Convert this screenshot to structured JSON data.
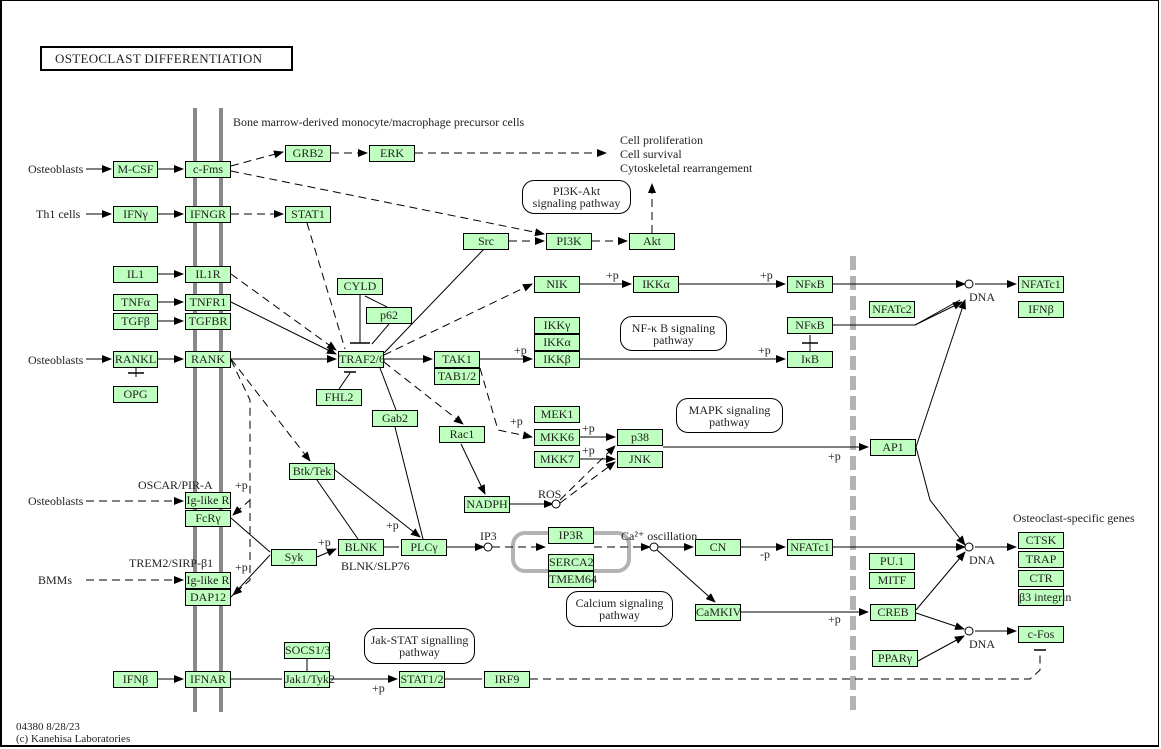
{
  "title": "OSTEOCLAST  DIFFERENTIATION",
  "footer": {
    "id_date": "04380 8/28/23",
    "copyright": "(c) Kanehisa Laboratories"
  },
  "colors": {
    "node_fill": "#bfffbf",
    "membrane": "#888888",
    "nucleus_boundary": "#b3b3b3",
    "edge": "#000000"
  },
  "nodes": [
    {
      "id": "mcsf",
      "label": "M-CSF"
    },
    {
      "id": "cfms",
      "label": "c-Fms"
    },
    {
      "id": "grb2",
      "label": "GRB2"
    },
    {
      "id": "erk",
      "label": "ERK"
    },
    {
      "id": "ifng",
      "label": "IFNγ"
    },
    {
      "id": "ifngr",
      "label": "IFNGR"
    },
    {
      "id": "stat1",
      "label": "STAT1"
    },
    {
      "id": "src",
      "label": "Src"
    },
    {
      "id": "pi3k",
      "label": "PI3K"
    },
    {
      "id": "akt",
      "label": "Akt"
    },
    {
      "id": "il1",
      "label": "IL1"
    },
    {
      "id": "il1r",
      "label": "IL1R"
    },
    {
      "id": "tnfa",
      "label": "TNFα"
    },
    {
      "id": "tnfr1",
      "label": "TNFR1"
    },
    {
      "id": "tgfb",
      "label": "TGFβ"
    },
    {
      "id": "tgfbr",
      "label": "TGFBR"
    },
    {
      "id": "rankl",
      "label": "RANKL"
    },
    {
      "id": "rank",
      "label": "RANK"
    },
    {
      "id": "opg",
      "label": "OPG"
    },
    {
      "id": "cyld",
      "label": "CYLD"
    },
    {
      "id": "p62",
      "label": "p62"
    },
    {
      "id": "traf26",
      "label": "TRAF2/6"
    },
    {
      "id": "fhl2",
      "label": "FHL2"
    },
    {
      "id": "tak1",
      "label": "TAK1"
    },
    {
      "id": "tab12",
      "label": "TAB1/2"
    },
    {
      "id": "nik",
      "label": "NIK"
    },
    {
      "id": "ikka1",
      "label": "IKKα"
    },
    {
      "id": "nfkb1",
      "label": "NFκB"
    },
    {
      "id": "ikkg",
      "label": "IKKγ"
    },
    {
      "id": "ikka2",
      "label": "IKKα"
    },
    {
      "id": "ikkb",
      "label": "IKKβ"
    },
    {
      "id": "nfkb2",
      "label": "NFκB"
    },
    {
      "id": "ikb",
      "label": "IκB"
    },
    {
      "id": "gab2",
      "label": "Gab2"
    },
    {
      "id": "rac1",
      "label": "Rac1"
    },
    {
      "id": "mek1",
      "label": "MEK1"
    },
    {
      "id": "mkk6",
      "label": "MKK6"
    },
    {
      "id": "mkk7",
      "label": "MKK7"
    },
    {
      "id": "p38",
      "label": "p38"
    },
    {
      "id": "jnk",
      "label": "JNK"
    },
    {
      "id": "nadph",
      "label": "NADPH"
    },
    {
      "id": "btktek",
      "label": "Btk/Tek"
    },
    {
      "id": "iglr1",
      "label": "Ig-like R"
    },
    {
      "id": "fcry",
      "label": "FcRγ"
    },
    {
      "id": "syk",
      "label": "Syk"
    },
    {
      "id": "blnk",
      "label": "BLNK"
    },
    {
      "id": "plcg",
      "label": "PLCγ"
    },
    {
      "id": "iglr2",
      "label": "Ig-like R"
    },
    {
      "id": "dap12",
      "label": "DAP12"
    },
    {
      "id": "ip3r",
      "label": "IP3R"
    },
    {
      "id": "serca2",
      "label": "SERCA2"
    },
    {
      "id": "tmem64",
      "label": "TMEM64"
    },
    {
      "id": "cn",
      "label": "CN"
    },
    {
      "id": "nfatc1a",
      "label": "NFATc1"
    },
    {
      "id": "camkiv",
      "label": "CaMKIV"
    },
    {
      "id": "ap1",
      "label": "AP1"
    },
    {
      "id": "nfatc2",
      "label": "NFATc2"
    },
    {
      "id": "pu1",
      "label": "PU.1"
    },
    {
      "id": "mitf",
      "label": "MITF"
    },
    {
      "id": "creb",
      "label": "CREB"
    },
    {
      "id": "pparg",
      "label": "PPARγ"
    },
    {
      "id": "nfatc1b",
      "label": "NFATc1"
    },
    {
      "id": "ifnb2",
      "label": "IFNβ"
    },
    {
      "id": "ctsk",
      "label": "CTSK"
    },
    {
      "id": "trap",
      "label": "TRAP"
    },
    {
      "id": "ctr",
      "label": "CTR"
    },
    {
      "id": "b3int",
      "label": "β3 integrin"
    },
    {
      "id": "cfos",
      "label": "c-Fos"
    },
    {
      "id": "ifnb1",
      "label": "IFNβ"
    },
    {
      "id": "ifnar",
      "label": "IFNAR"
    },
    {
      "id": "socs13",
      "label": "SOCS1/3"
    },
    {
      "id": "jak1tyk2",
      "label": "Jak1/Tyk2"
    },
    {
      "id": "stat12",
      "label": "STAT1/2"
    },
    {
      "id": "irf9",
      "label": "IRF9"
    }
  ],
  "pathways": [
    {
      "id": "pi3k_akt",
      "line1": "PI3K-Akt",
      "line2": "signaling pathway"
    },
    {
      "id": "nfkb",
      "line1": "NF-κ B signaling",
      "line2": "pathway"
    },
    {
      "id": "mapk",
      "line1": "MAPK signaling",
      "line2": "pathway"
    },
    {
      "id": "calcium",
      "line1": "Calcium signaling",
      "line2": "pathway"
    },
    {
      "id": "jakstat",
      "line1": "Jak-STAT signalling",
      "line2": "pathway"
    }
  ],
  "labels": {
    "bmm_cells": "Bone marrow-derived monocyte/macrophage precursor cells",
    "cell_prolif": "Cell proliferation",
    "cell_survival": "Cell survival",
    "cyto": "Cytoskeletal rearrangement",
    "osteoblasts1": "Osteoblasts",
    "th1": "Th1 cells",
    "osteoblasts2": "Osteoblasts",
    "osteoblasts3": "Osteoblasts",
    "bmms": "BMMs",
    "oscar": "OSCAR/PIR-A",
    "trem2": "TREM2/SIRP-β1",
    "blnk_slp76": "BLNK/SLP76",
    "ros": "ROS",
    "ip3": "IP3",
    "ca_osc": "Ca²⁺ oscillation",
    "dna1": "DNA",
    "dna2": "DNA",
    "dna3": "DNA",
    "osteo_genes": "Osteoclast-specific genes",
    "p_plus": "+p",
    "p_minus": "-p"
  }
}
